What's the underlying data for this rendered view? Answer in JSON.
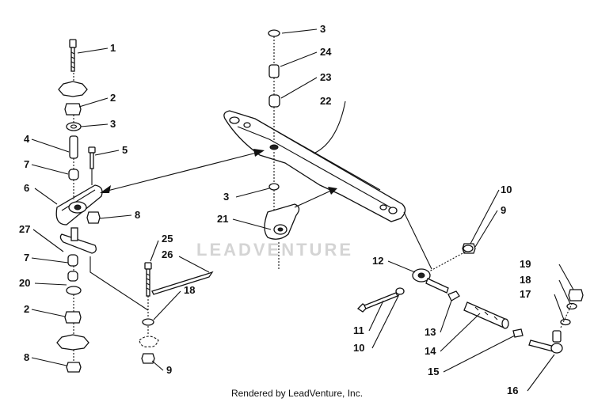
{
  "watermark": "LEADVENTURE",
  "footer": "Rendered by LeadVenture, Inc.",
  "callouts": [
    {
      "id": "c1",
      "text": "1"
    },
    {
      "id": "c2a",
      "text": "2"
    },
    {
      "id": "c3a",
      "text": "3"
    },
    {
      "id": "c4",
      "text": "4"
    },
    {
      "id": "c5",
      "text": "5"
    },
    {
      "id": "c7a",
      "text": "7"
    },
    {
      "id": "c6",
      "text": "6"
    },
    {
      "id": "c8a",
      "text": "8"
    },
    {
      "id": "c27",
      "text": "27"
    },
    {
      "id": "c7b",
      "text": "7"
    },
    {
      "id": "c20",
      "text": "20"
    },
    {
      "id": "c2b",
      "text": "2"
    },
    {
      "id": "c8b",
      "text": "8"
    },
    {
      "id": "c25",
      "text": "25"
    },
    {
      "id": "c26",
      "text": "26"
    },
    {
      "id": "c18a",
      "text": "18"
    },
    {
      "id": "c9a",
      "text": "9"
    },
    {
      "id": "c3b",
      "text": "3"
    },
    {
      "id": "c24",
      "text": "24"
    },
    {
      "id": "c23",
      "text": "23"
    },
    {
      "id": "c22",
      "text": "22"
    },
    {
      "id": "c3c",
      "text": "3"
    },
    {
      "id": "c21",
      "text": "21"
    },
    {
      "id": "c10a",
      "text": "10"
    },
    {
      "id": "c9b",
      "text": "9"
    },
    {
      "id": "c12",
      "text": "12"
    },
    {
      "id": "c19",
      "text": "19"
    },
    {
      "id": "c18b",
      "text": "18"
    },
    {
      "id": "c17",
      "text": "17"
    },
    {
      "id": "c11",
      "text": "11"
    },
    {
      "id": "c10b",
      "text": "10"
    },
    {
      "id": "c13",
      "text": "13"
    },
    {
      "id": "c14",
      "text": "14"
    },
    {
      "id": "c15",
      "text": "15"
    },
    {
      "id": "c16",
      "text": "16"
    }
  ]
}
